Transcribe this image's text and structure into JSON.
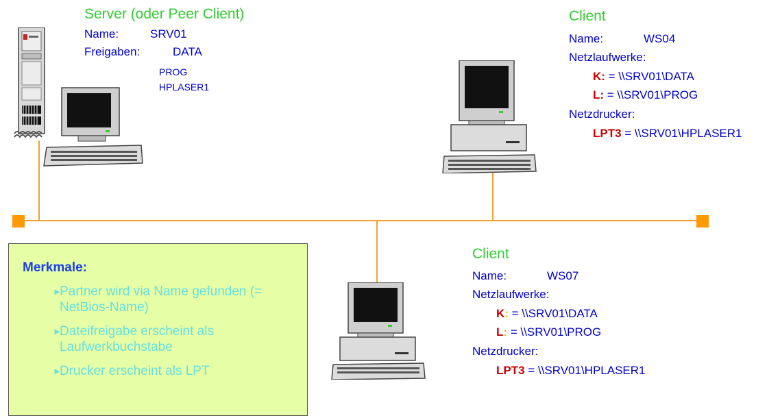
{
  "server": {
    "title": "Server (oder Peer Client)",
    "name_label": "Name:",
    "name_value": "SRV01",
    "shares_label": "Freigaben:",
    "shares": [
      "DATA",
      "PROG",
      "HPLASER1"
    ]
  },
  "client_ws04": {
    "title": "Client",
    "name_label": "Name:",
    "name_value": "WS04",
    "drives_label": "Netzlaufwerke:",
    "drives": [
      {
        "letter": "K:",
        "path": " = \\\\SRV01\\DATA"
      },
      {
        "letter": "L:",
        "path": " = \\\\SRV01\\PROG"
      }
    ],
    "printer_label": "Netzdrucker:",
    "printer": {
      "port": "LPT3",
      "path": " = \\\\SRV01\\HPLASER1"
    }
  },
  "client_ws07": {
    "title": "Client",
    "name_label": "Name:",
    "name_value": "WS07",
    "drives_label": "Netzlaufwerke:",
    "drives": [
      {
        "letter": "K",
        "sep": ":",
        "path": " = \\\\SRV01\\DATA"
      },
      {
        "letter": "L",
        "sep": ":",
        "path": " = \\\\SRV01\\PROG"
      }
    ],
    "printer_label": "Netzdrucker:",
    "printer": {
      "port": "LPT3",
      "path": " = \\\\SRV01\\HPLASER1"
    }
  },
  "features": {
    "heading": "Merkmale:",
    "bullet": "►",
    "items": [
      "Partner wird via Name gefunden (= NetBios-Name)",
      "Dateifreigabe erscheint als Laufwerkbuchstabe",
      "Drucker erscheint als LPT"
    ]
  },
  "colors": {
    "network": "#F0A030",
    "node": "#FF9900",
    "title_green": "#33CC33",
    "text_blue": "#0000CC",
    "drive_red": "#CC0000",
    "box_fill": "#E6FFA6",
    "feature_text": "#66E0E0"
  }
}
